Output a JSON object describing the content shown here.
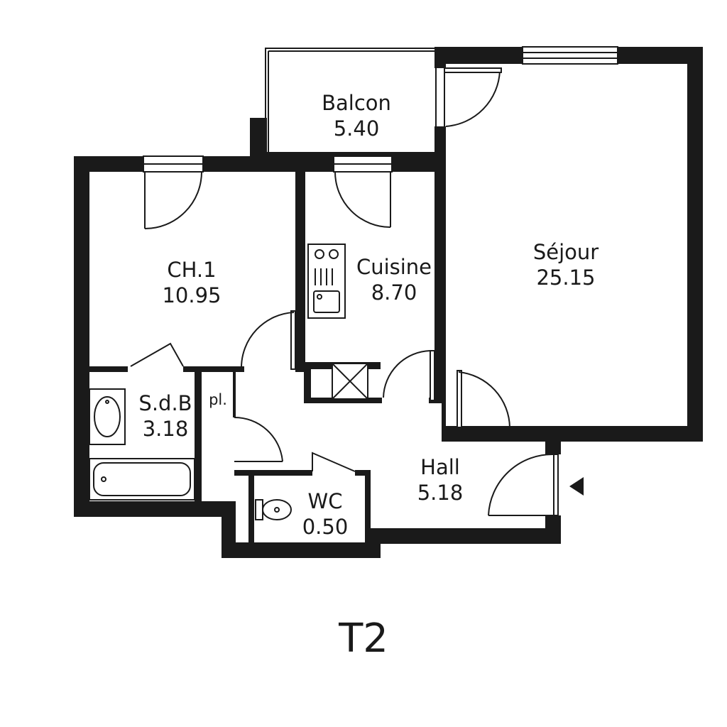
{
  "rooms": {
    "balcon": {
      "name": "Balcon",
      "area": "5.40"
    },
    "ch1": {
      "name": "CH.1",
      "area": "10.95"
    },
    "cuisine": {
      "name": "Cuisine",
      "area": "8.70"
    },
    "sejour": {
      "name": "Séjour",
      "area": "25.15"
    },
    "sdb": {
      "name": "S.d.B",
      "area": "3.18"
    },
    "placard": {
      "name": "pl."
    },
    "hall": {
      "name": "Hall",
      "area": "5.18"
    },
    "wc": {
      "name": "WC",
      "area": "0.50"
    }
  },
  "plan_title": "T2",
  "icons": {
    "entrance": "entrance-arrow-icon",
    "sink": "kitchen-sink-icon",
    "hob": "hob-icon",
    "bathtub": "bathtub-icon",
    "washbasin": "washbasin-icon",
    "toilet": "toilet-icon",
    "duct": "technical-duct-icon"
  },
  "colors": {
    "walls": "#1a1a1a",
    "background": "#ffffff"
  }
}
